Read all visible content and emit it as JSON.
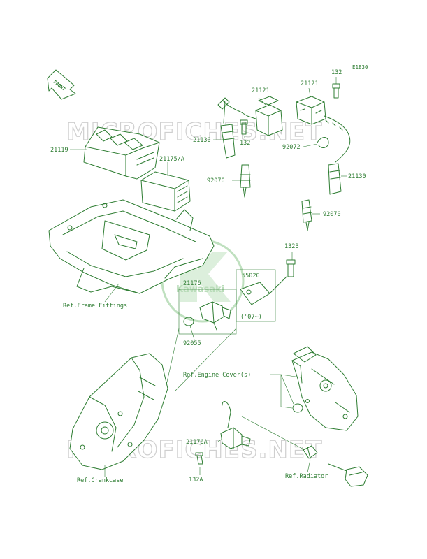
{
  "diagram_code": "E1830",
  "front_indicator": "FRONT",
  "watermark": {
    "site_text": "MICROFICHES.NET",
    "brand": "Kawasaki"
  },
  "labels": {
    "p21119": "21119",
    "p21175A": "21175/A",
    "p21121_left": "21121",
    "p21121_right": "21121",
    "p132_top": "132",
    "p132_mid": "132",
    "p21130_left": "21130",
    "p21130_right": "21130",
    "p92072": "92072",
    "p92070_left": "92070",
    "p92070_right": "92070",
    "p132B": "132B",
    "p55020": "55020",
    "p07": "('07~)",
    "p21176": "21176",
    "p92055": "92055",
    "p21176A": "21176A",
    "p132A": "132A",
    "ref_frame": "Ref.Frame Fittings",
    "ref_engine_cover": "Ref.Engine Cover(s)",
    "ref_crankcase": "Ref.Crankcase",
    "ref_radiator": "Ref.Radiator"
  }
}
